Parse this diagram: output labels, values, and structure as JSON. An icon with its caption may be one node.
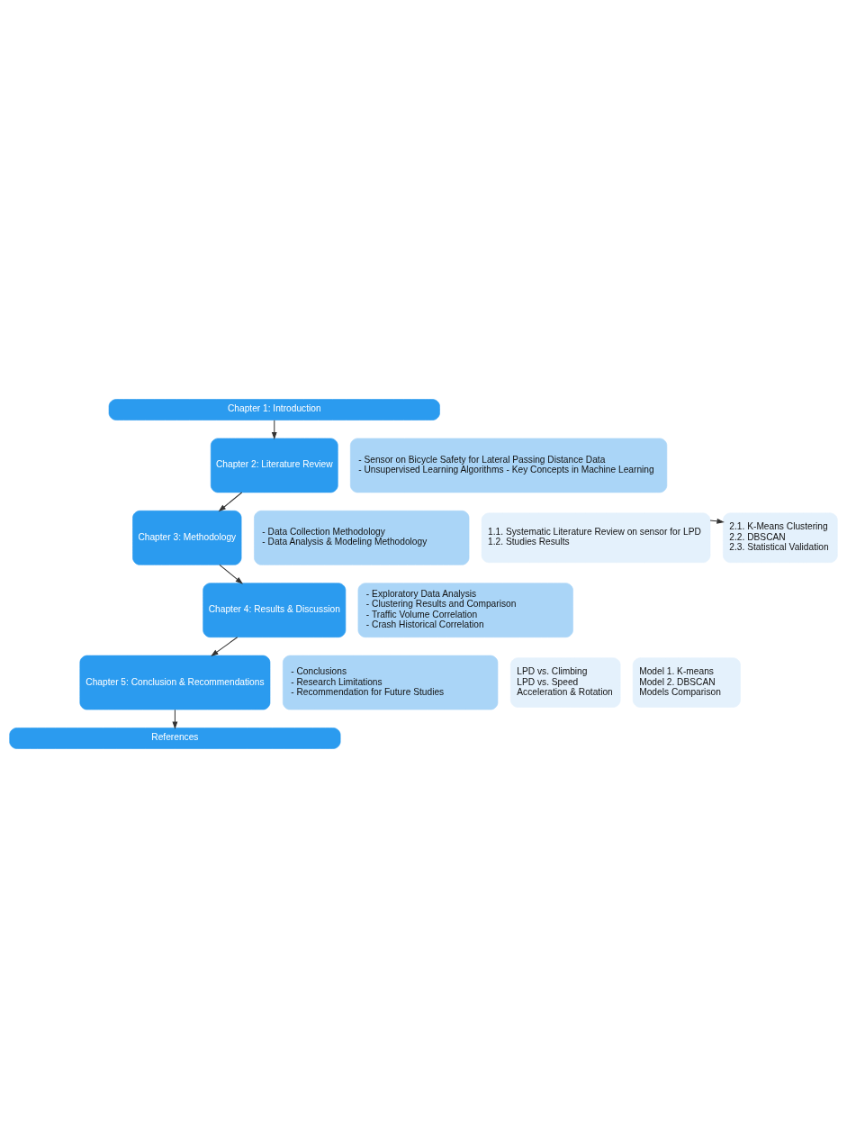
{
  "diagram": {
    "nodes": [
      {
        "text": [
          "Chapter 1: Introduction"
        ]
      },
      {
        "text": [
          "Chapter 2: Literature Review"
        ]
      },
      {
        "text": [
          "- Sensor on Bicycle Safety for Lateral Passing Distance Data",
          "- Unsupervised Learning Algorithms - Key Concepts in Machine Learning"
        ]
      },
      {
        "text": [
          "1.1. Systematic Literature Review on sensor for LPD",
          "1.2. Studies Results"
        ]
      },
      {
        "text": [
          "2.1. K-Means Clustering",
          "2.2. DBSCAN",
          "2.3. Statistical Validation"
        ]
      },
      {
        "text": [
          "Chapter 3: Methodology"
        ]
      },
      {
        "text": [
          "- Data Collection Methodology",
          "- Data Analysis & Modeling Methodology"
        ]
      },
      {
        "text": [
          "Chapter 4: Results & Discussion"
        ]
      },
      {
        "text": [
          "- Exploratory Data Analysis",
          "- Clustering Results and Comparison",
          "- Traffic Volume Correlation",
          "- Crash Historical Correlation"
        ]
      },
      {
        "text": [
          "LPD vs. Climbing",
          "LPD vs. Speed",
          "Acceleration & Rotation"
        ]
      },
      {
        "text": [
          "Model 1. K-means",
          "Model 2. DBSCAN",
          "Models Comparison"
        ]
      },
      {
        "text": [
          "Chapter 5: Conclusion & Recommendations"
        ]
      },
      {
        "text": [
          "- Conclusions",
          "- Research Limitations",
          "- Recommendation for Future Studies"
        ]
      },
      {
        "text": [
          "References"
        ]
      }
    ],
    "edges": [
      {
        "from": 0,
        "to": 1,
        "arrow": "to"
      },
      {
        "from": 1,
        "to": 5,
        "arrow": "to"
      },
      {
        "from": 3,
        "to": 4,
        "arrow": "to"
      },
      {
        "from": 5,
        "to": 7,
        "arrow": "to"
      },
      {
        "from": 7,
        "to": 11,
        "arrow": "to"
      },
      {
        "from": 11,
        "to": 13,
        "arrow": "to"
      }
    ]
  }
}
